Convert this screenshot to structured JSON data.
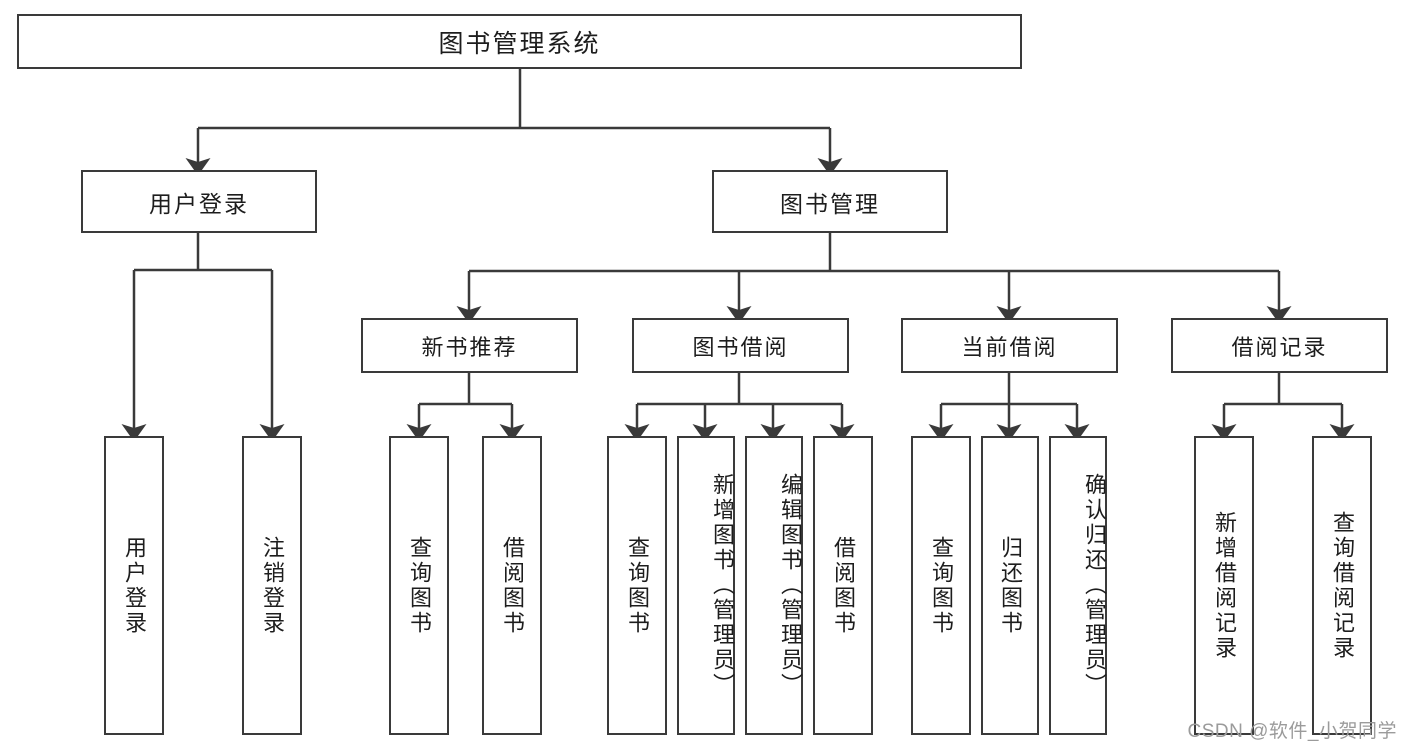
{
  "diagram": {
    "type": "tree-hierarchy",
    "title": "图书管理系统",
    "orientation": "top-down",
    "colors": {
      "box_stroke": "#3a3a3a",
      "box_fill": "#ffffff",
      "edge": "#3a3a3a",
      "text": "#1d1d1d",
      "watermark": "#9b9b9b",
      "background": "#ffffff"
    },
    "root": {
      "id": "root",
      "label": "图书管理系统"
    },
    "level1": [
      {
        "id": "user-login",
        "label": "用户登录"
      },
      {
        "id": "book-manage",
        "label": "图书管理"
      }
    ],
    "level2": [
      {
        "id": "new-book-recommend",
        "label": "新书推荐",
        "parent": "book-manage"
      },
      {
        "id": "book-borrow",
        "label": "图书借阅",
        "parent": "book-manage"
      },
      {
        "id": "current-borrow",
        "label": "当前借阅",
        "parent": "book-manage"
      },
      {
        "id": "borrow-record",
        "label": "借阅记录",
        "parent": "book-manage"
      }
    ],
    "leaves": [
      {
        "id": "leaf-user-login",
        "label": "用户登录",
        "parent": "user-login",
        "align": "center"
      },
      {
        "id": "leaf-user-logout",
        "label": "注销登录",
        "parent": "user-login",
        "align": "center"
      },
      {
        "id": "leaf-query-book-1",
        "label": "查询图书",
        "parent": "new-book-recommend",
        "align": "center"
      },
      {
        "id": "leaf-borrow-book-1",
        "label": "借阅图书",
        "parent": "new-book-recommend",
        "align": "center"
      },
      {
        "id": "leaf-query-book-2",
        "label": "查询图书",
        "parent": "book-borrow",
        "align": "center"
      },
      {
        "id": "leaf-add-book",
        "label": "新增图书（管理员）",
        "parent": "book-borrow",
        "align": "top"
      },
      {
        "id": "leaf-edit-book",
        "label": "编辑图书（管理员）",
        "parent": "book-borrow",
        "align": "top"
      },
      {
        "id": "leaf-borrow-book-2",
        "label": "借阅图书",
        "parent": "book-borrow",
        "align": "center"
      },
      {
        "id": "leaf-query-book-3",
        "label": "查询图书",
        "parent": "current-borrow",
        "align": "center"
      },
      {
        "id": "leaf-return-book",
        "label": "归还图书",
        "parent": "current-borrow",
        "align": "center"
      },
      {
        "id": "leaf-confirm-return",
        "label": "确认归还（管理员）",
        "parent": "current-borrow",
        "align": "top"
      },
      {
        "id": "leaf-add-record",
        "label": "新增借阅记录",
        "parent": "borrow-record",
        "align": "center"
      },
      {
        "id": "leaf-query-record",
        "label": "查询借阅记录",
        "parent": "borrow-record",
        "align": "center"
      }
    ]
  },
  "watermark": {
    "text": "CSDN @软件_小贺同学"
  }
}
